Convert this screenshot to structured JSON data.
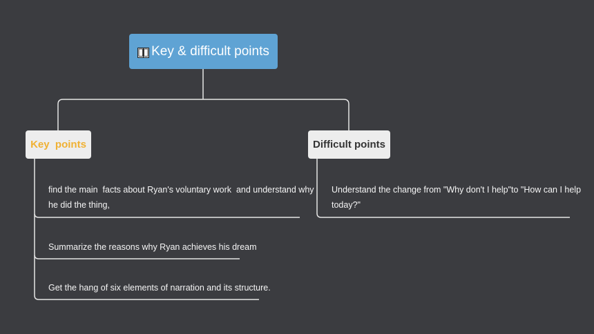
{
  "root": {
    "title": "Key & difficult points",
    "icon": "book-icon"
  },
  "branches": {
    "key": {
      "label": "Key  points",
      "items": [
        {
          "line1": "find the main  facts about Ryan's voluntary work  and understand why",
          "line2": "he did the thing,"
        },
        {
          "line1": "Summarize the reasons why Ryan achieves his dream"
        },
        {
          "line1": "Get the hang of six elements of narration and its structure."
        }
      ]
    },
    "difficult": {
      "label": "Difficult points",
      "items": [
        {
          "line1": "Understand the change from \"Why don't I help\"to \"How can I help",
          "line2": "today?\""
        }
      ]
    }
  },
  "colors": {
    "background": "#3b3c40",
    "root_fill": "#5fa3d4",
    "branch_fill": "#ededed",
    "key_text": "#f0b133",
    "difficult_text": "#333333",
    "connector": "#e6e6e6"
  }
}
